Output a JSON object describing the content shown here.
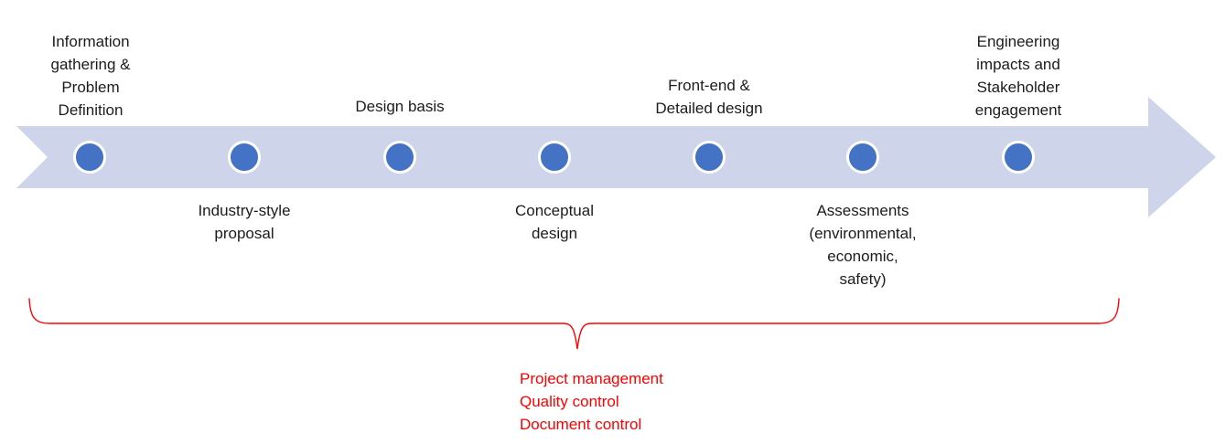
{
  "colors": {
    "background": "#ffffff",
    "arrow_fill": "#ced4e9",
    "dot_fill": "#4472c4",
    "dot_ring": "#ffffff",
    "label_text": "#1c1c1c",
    "annotation_red": "#ff0000"
  },
  "timeline": {
    "milestones": [
      {
        "label": "Information\ngathering &\nProblem\nDefinition",
        "position": "above"
      },
      {
        "label": "Industry-style\nproposal",
        "position": "below"
      },
      {
        "label": "Design basis",
        "position": "above"
      },
      {
        "label": "Conceptual\ndesign",
        "position": "below"
      },
      {
        "label": "Front-end &\nDetailed design",
        "position": "above"
      },
      {
        "label": "Assessments\n(environmental,\neconomic,\nsafety)",
        "position": "below"
      },
      {
        "label": "Engineering\nimpacts and\nStakeholder\nengagement",
        "position": "above"
      }
    ]
  },
  "annotation": {
    "text": "Project management\nQuality control\nDocument control"
  }
}
